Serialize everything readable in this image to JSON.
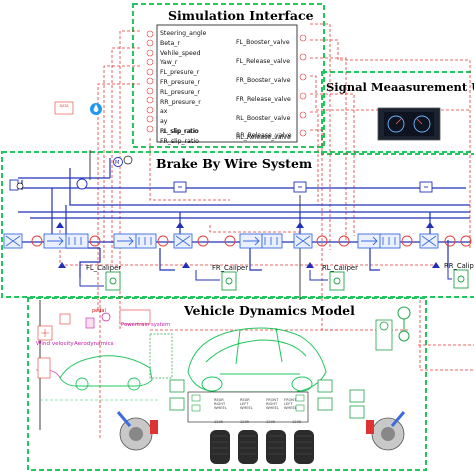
{
  "titles": {
    "simulation": "Simulation Interface",
    "signal": "Signal Meaasurement Uni",
    "brake": "Brake By Wire System",
    "vehicle": "Vehicle Dynamics Model"
  },
  "sim_inputs": [
    "Steering_angle",
    "Beta_r",
    "Vehile_speed",
    "Yaw_r",
    "FL_presure_r",
    "FR_presure_r",
    "RL_presure_r",
    "RR_presure_r",
    "ax",
    "ay",
    "FL_slip_ratio",
    "FR_slip_ratio",
    "RL_slip_ratio",
    "RR_slip_ratio"
  ],
  "sim_outputs": [
    "FL_Booster_valve",
    "FL_Release_valve",
    "FR_Booster_valve",
    "FR_Release_valve",
    "RL_Booster_valve",
    "RL_Release_valve",
    "RR_Booster_valve",
    "RR_Release_valve"
  ],
  "calipers": [
    "FL_Caliper",
    "FR_Caliper",
    "RL_Caliper",
    "RR_Caliper"
  ],
  "small_labels": {
    "powertrain": "Powertrain system",
    "wind": "Wind velocity",
    "aero": "Aerodynamics",
    "pedal": "pedal"
  },
  "wheel_captions": [
    "REAR RIGHT WHEEL",
    "REAR LEFT WHEEL",
    "FRONT RIGHT WHEEL",
    "FRONT LEFT WHEEL"
  ],
  "wheel_numbers": [
    "1205",
    "1205",
    "1205",
    "1205"
  ],
  "colors": {
    "dash_green": "#22c55e",
    "dash_red": "#e53935",
    "hydraulic_blue": "#2030b8",
    "valve_blue": "#3a6be0",
    "magenta": "#c21aa8"
  }
}
